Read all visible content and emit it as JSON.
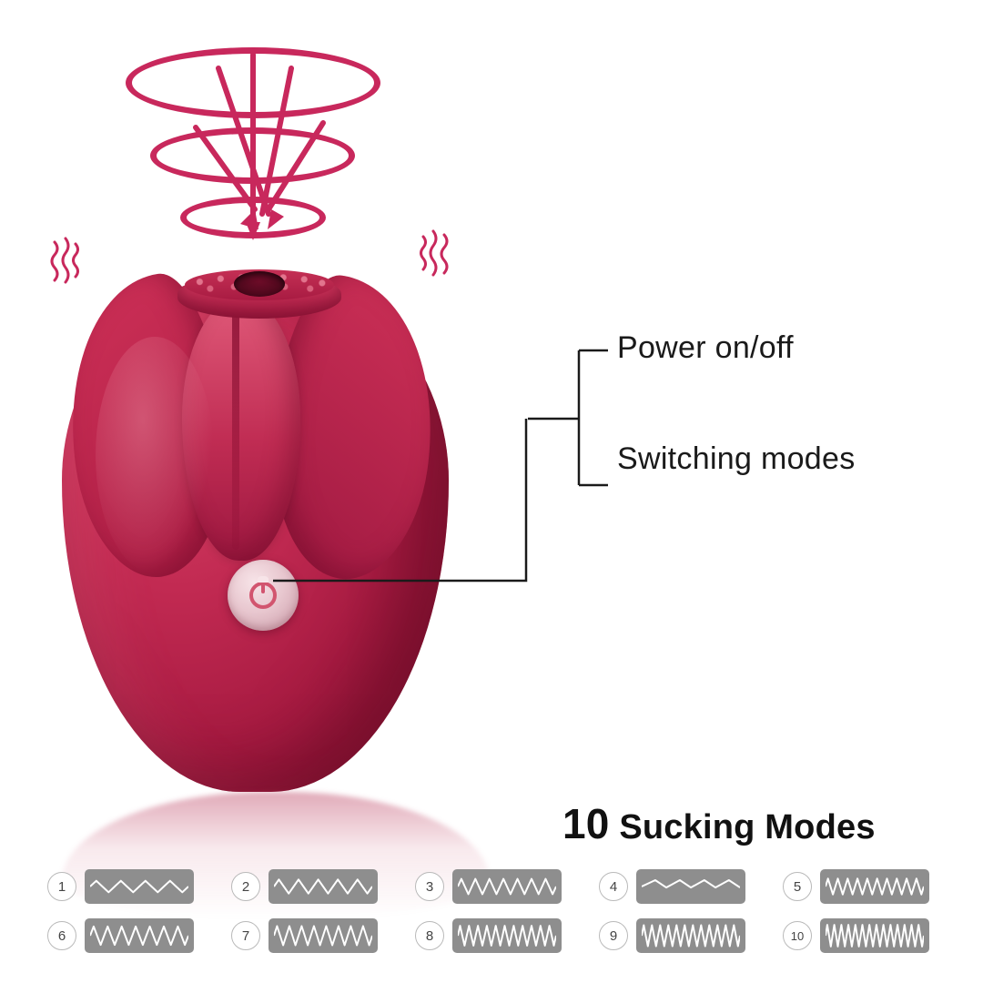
{
  "product": {
    "name": "rose-suction-vibrator",
    "body_color": "#b9224a",
    "ring_color": "#c8285c",
    "button_color": "#ecd2d8",
    "button_icon": "power-icon"
  },
  "callouts": [
    {
      "id": "power",
      "label": "Power on/off"
    },
    {
      "id": "modes",
      "label": "Switching modes"
    }
  ],
  "modes_section": {
    "count": "10",
    "title": "Sucking Modes",
    "items": [
      {
        "number": "1",
        "waveform": "low-frequency-sine",
        "peaks": 4,
        "amplitude": 0.45,
        "shape": "round"
      },
      {
        "number": "2",
        "waveform": "sine",
        "peaks": 5,
        "amplitude": 0.55,
        "shape": "round"
      },
      {
        "number": "3",
        "waveform": "sine-medium",
        "peaks": 7,
        "amplitude": 0.6,
        "shape": "round"
      },
      {
        "number": "4",
        "waveform": "sawtooth",
        "peaks": 4,
        "amplitude": 0.5,
        "shape": "saw"
      },
      {
        "number": "5",
        "waveform": "dense-sine",
        "peaks": 10,
        "amplitude": 0.62,
        "shape": "round"
      },
      {
        "number": "6",
        "waveform": "sine-tall",
        "peaks": 7,
        "amplitude": 0.72,
        "shape": "round"
      },
      {
        "number": "7",
        "waveform": "sine-tall-dense",
        "peaks": 8,
        "amplitude": 0.75,
        "shape": "round"
      },
      {
        "number": "8",
        "waveform": "dense-tall",
        "peaks": 11,
        "amplitude": 0.78,
        "shape": "round"
      },
      {
        "number": "9",
        "waveform": "very-dense",
        "peaks": 12,
        "amplitude": 0.82,
        "shape": "round"
      },
      {
        "number": "10",
        "waveform": "ultra-dense",
        "peaks": 14,
        "amplitude": 0.85,
        "shape": "round"
      }
    ]
  }
}
